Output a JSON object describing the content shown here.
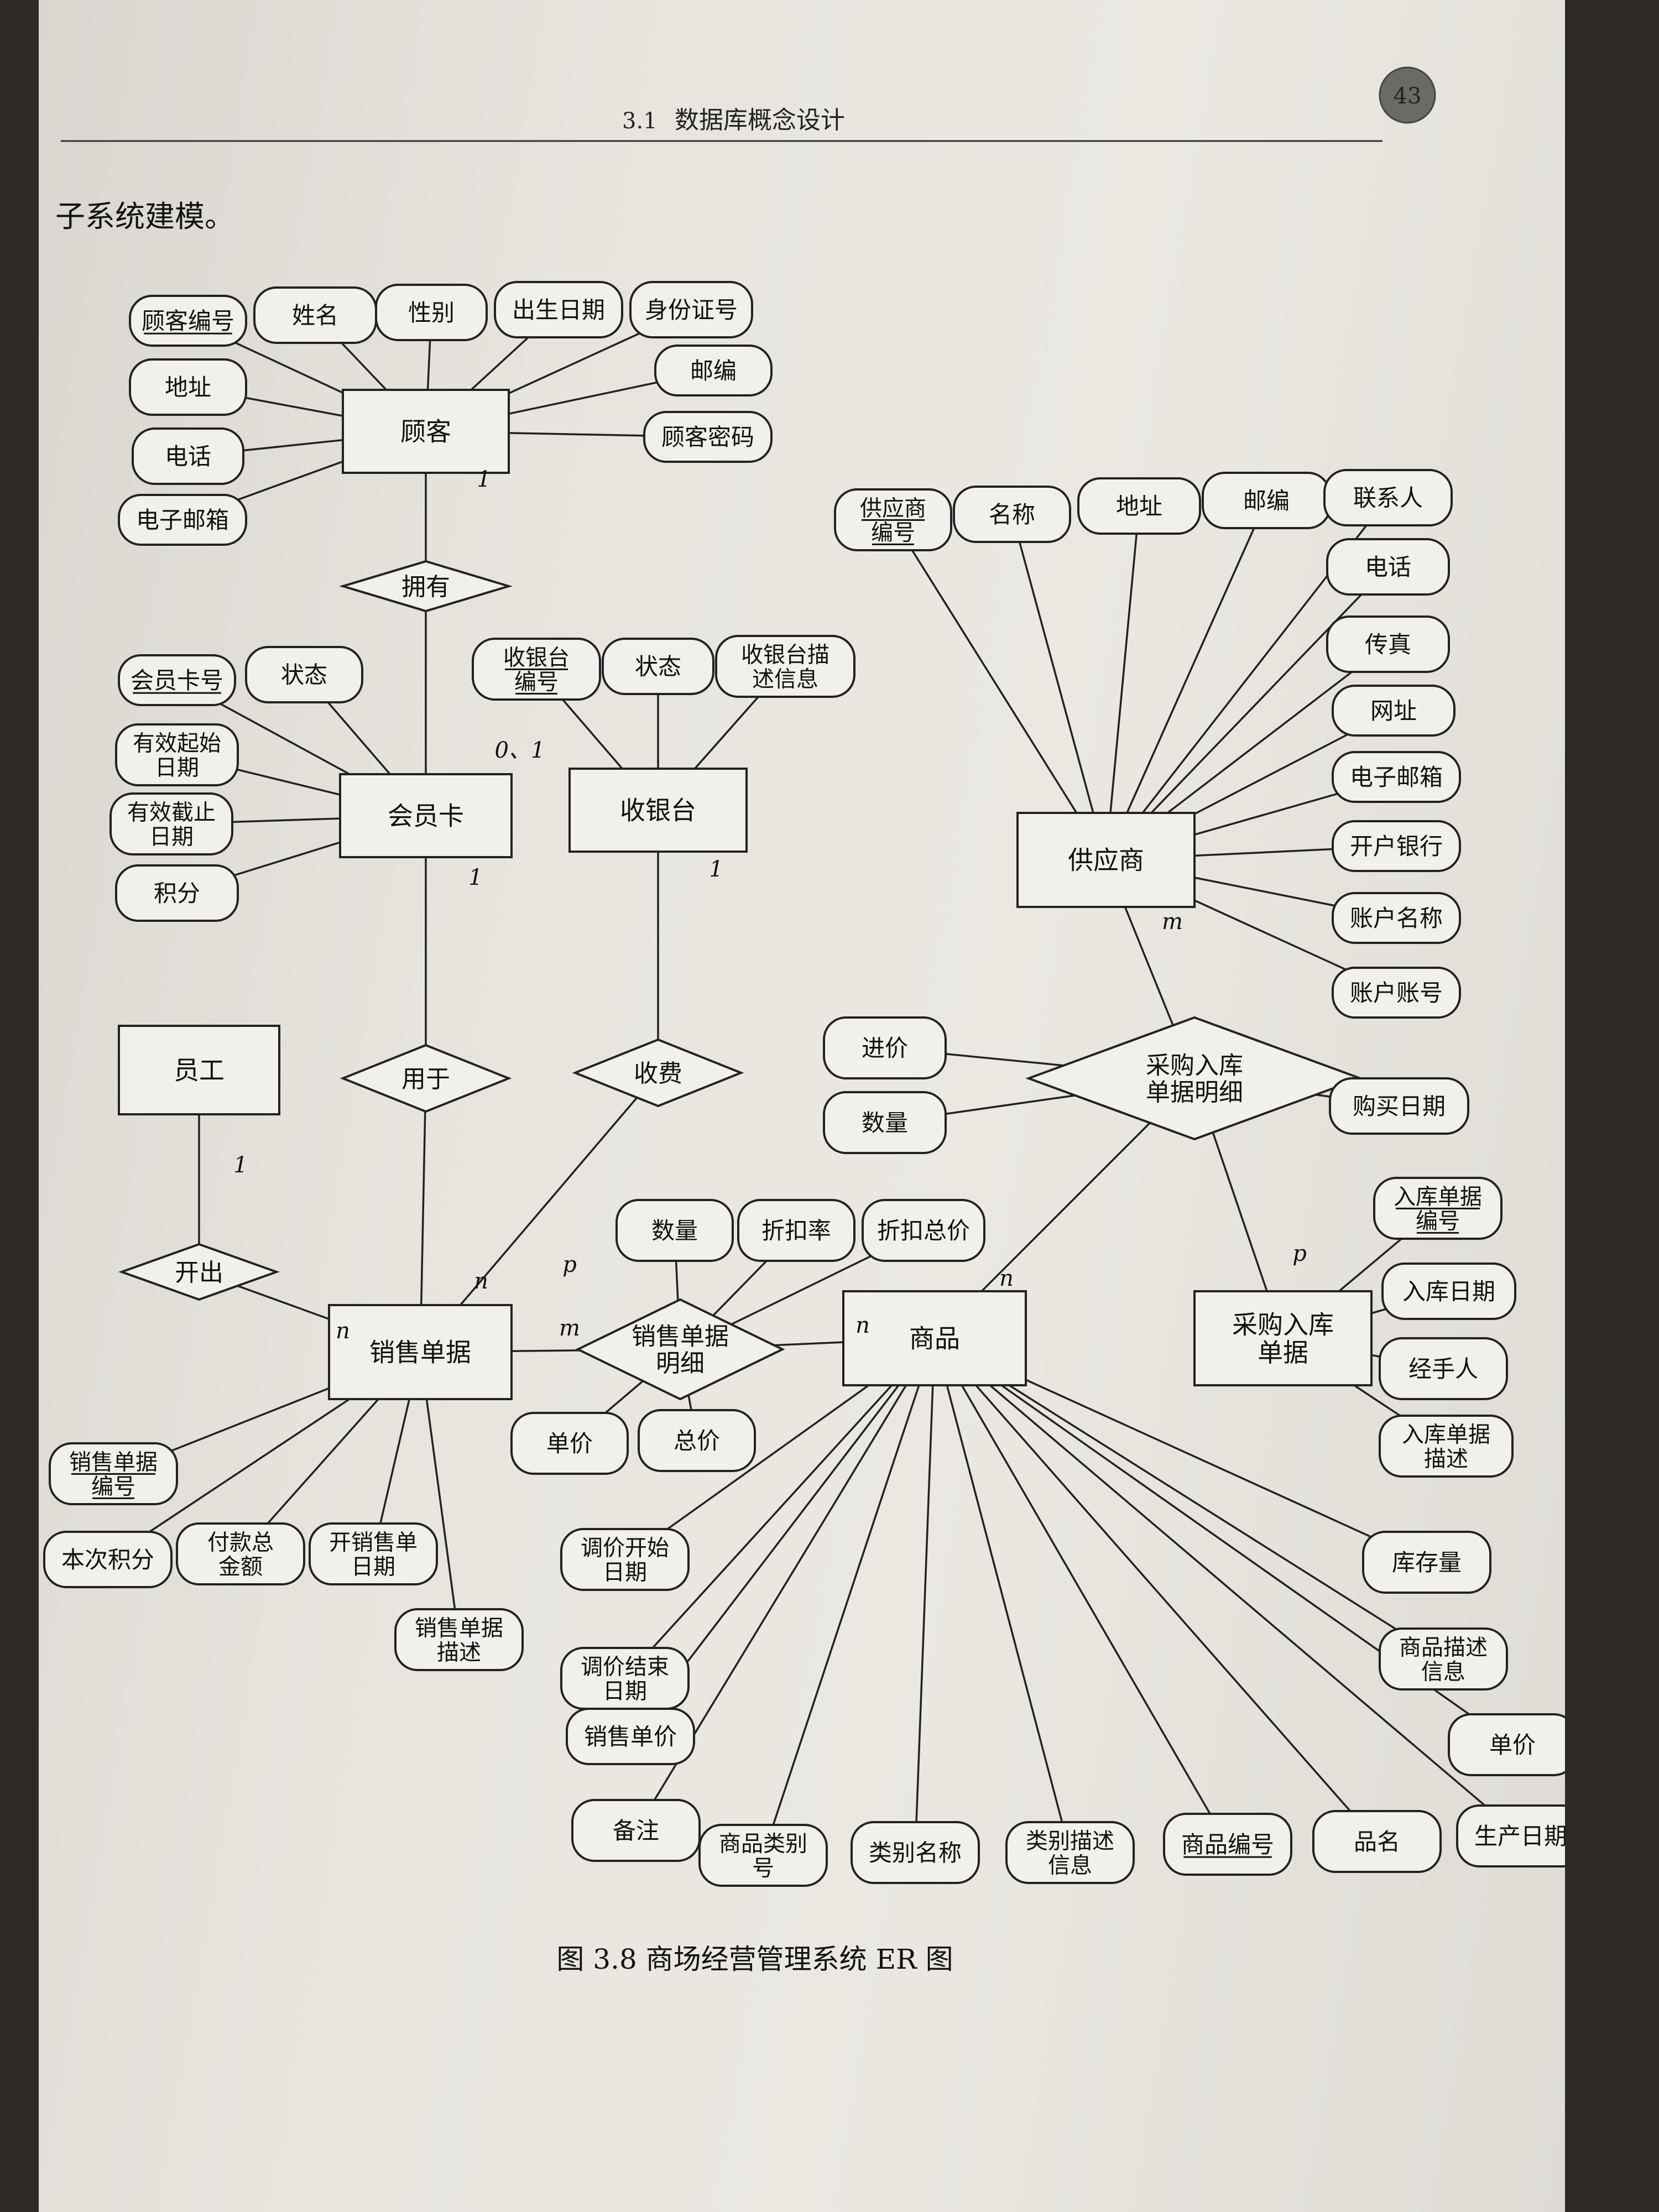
{
  "header": {
    "section": "3.1",
    "title": "数据库概念设计",
    "page_number": "43"
  },
  "intro_text": "子系统建模。",
  "caption": "图 3.8   商场经营管理系统 ER 图",
  "entities": [
    {
      "id": "customer",
      "label": "顾客"
    },
    {
      "id": "member_card",
      "label": "会员卡"
    },
    {
      "id": "cashier",
      "label": "收银台"
    },
    {
      "id": "supplier",
      "label": "供应商"
    },
    {
      "id": "employee",
      "label": "员工"
    },
    {
      "id": "sales_order",
      "label": "销售单据"
    },
    {
      "id": "product",
      "label": "商品"
    },
    {
      "id": "purchase_order",
      "label": "采购入库\n单据"
    }
  ],
  "relationships": [
    {
      "id": "has",
      "label": "拥有"
    },
    {
      "id": "used_for",
      "label": "用于"
    },
    {
      "id": "charge",
      "label": "收费"
    },
    {
      "id": "issue",
      "label": "开出"
    },
    {
      "id": "sales_detail",
      "label": "销售单据\n明细"
    },
    {
      "id": "purchase_detail",
      "label": "采购入库\n单据明细"
    }
  ],
  "attributes": [
    {
      "id": "a_cust_no",
      "label": "顾客编号",
      "key": true,
      "of": "customer"
    },
    {
      "id": "a_cust_name",
      "label": "姓名",
      "key": false,
      "of": "customer"
    },
    {
      "id": "a_cust_gender",
      "label": "性别",
      "key": false,
      "of": "customer"
    },
    {
      "id": "a_cust_birth",
      "label": "出生日期",
      "key": false,
      "of": "customer"
    },
    {
      "id": "a_cust_id",
      "label": "身份证号",
      "key": false,
      "of": "customer"
    },
    {
      "id": "a_cust_zip",
      "label": "邮编",
      "key": false,
      "of": "customer"
    },
    {
      "id": "a_cust_pwd",
      "label": "顾客密码",
      "key": false,
      "of": "customer"
    },
    {
      "id": "a_cust_addr",
      "label": "地址",
      "key": false,
      "of": "customer"
    },
    {
      "id": "a_cust_phone",
      "label": "电话",
      "key": false,
      "of": "customer"
    },
    {
      "id": "a_cust_email",
      "label": "电子邮箱",
      "key": false,
      "of": "customer"
    },
    {
      "id": "a_card_no",
      "label": "会员卡号",
      "key": true,
      "of": "member_card"
    },
    {
      "id": "a_card_status",
      "label": "状态",
      "key": false,
      "of": "member_card"
    },
    {
      "id": "a_card_start",
      "label": "有效起始\n日期",
      "key": false,
      "of": "member_card"
    },
    {
      "id": "a_card_end",
      "label": "有效截止\n日期",
      "key": false,
      "of": "member_card"
    },
    {
      "id": "a_card_points",
      "label": "积分",
      "key": false,
      "of": "member_card"
    },
    {
      "id": "a_cash_no",
      "label": "收银台\n编号",
      "key": true,
      "of": "cashier"
    },
    {
      "id": "a_cash_status",
      "label": "状态",
      "key": false,
      "of": "cashier"
    },
    {
      "id": "a_cash_desc",
      "label": "收银台描\n述信息",
      "key": false,
      "of": "cashier"
    },
    {
      "id": "a_sup_no",
      "label": "供应商\n编号",
      "key": true,
      "of": "supplier"
    },
    {
      "id": "a_sup_name",
      "label": "名称",
      "key": false,
      "of": "supplier"
    },
    {
      "id": "a_sup_addr",
      "label": "地址",
      "key": false,
      "of": "supplier"
    },
    {
      "id": "a_sup_zip",
      "label": "邮编",
      "key": false,
      "of": "supplier"
    },
    {
      "id": "a_sup_contact",
      "label": "联系人",
      "key": false,
      "of": "supplier"
    },
    {
      "id": "a_sup_phone",
      "label": "电话",
      "key": false,
      "of": "supplier"
    },
    {
      "id": "a_sup_fax",
      "label": "传真",
      "key": false,
      "of": "supplier"
    },
    {
      "id": "a_sup_web",
      "label": "网址",
      "key": false,
      "of": "supplier"
    },
    {
      "id": "a_sup_email",
      "label": "电子邮箱",
      "key": false,
      "of": "supplier"
    },
    {
      "id": "a_sup_bank",
      "label": "开户银行",
      "key": false,
      "of": "supplier"
    },
    {
      "id": "a_sup_accname",
      "label": "账户名称",
      "key": false,
      "of": "supplier"
    },
    {
      "id": "a_sup_accno",
      "label": "账户账号",
      "key": false,
      "of": "supplier"
    },
    {
      "id": "a_pd_price",
      "label": "进价",
      "key": false,
      "of": "purchase_detail"
    },
    {
      "id": "a_pd_qty",
      "label": "数量",
      "key": false,
      "of": "purchase_detail"
    },
    {
      "id": "a_pd_date",
      "label": "购买日期",
      "key": false,
      "of": "purchase_detail"
    },
    {
      "id": "a_po_no",
      "label": "入库单据\n编号",
      "key": true,
      "of": "purchase_order"
    },
    {
      "id": "a_po_date",
      "label": "入库日期",
      "key": false,
      "of": "purchase_order"
    },
    {
      "id": "a_po_handler",
      "label": "经手人",
      "key": false,
      "of": "purchase_order"
    },
    {
      "id": "a_po_desc",
      "label": "入库单据\n描述",
      "key": false,
      "of": "purchase_order"
    },
    {
      "id": "a_sd_qty",
      "label": "数量",
      "key": false,
      "of": "sales_detail"
    },
    {
      "id": "a_sd_rate",
      "label": "折扣率",
      "key": false,
      "of": "sales_detail"
    },
    {
      "id": "a_sd_total_disc",
      "label": "折扣总价",
      "key": false,
      "of": "sales_detail"
    },
    {
      "id": "a_sd_price",
      "label": "单价",
      "key": false,
      "of": "sales_detail"
    },
    {
      "id": "a_sd_total",
      "label": "总价",
      "key": false,
      "of": "sales_detail"
    },
    {
      "id": "a_so_no",
      "label": "销售单据\n编号",
      "key": true,
      "of": "sales_order"
    },
    {
      "id": "a_so_points",
      "label": "本次积分",
      "key": false,
      "of": "sales_order"
    },
    {
      "id": "a_so_amount",
      "label": "付款总\n金额",
      "key": false,
      "of": "sales_order"
    },
    {
      "id": "a_so_date",
      "label": "开销售单\n日期",
      "key": false,
      "of": "sales_order"
    },
    {
      "id": "a_so_desc",
      "label": "销售单据\n描述",
      "key": false,
      "of": "sales_order"
    },
    {
      "id": "a_pr_adj_start",
      "label": "调价开始\n日期",
      "key": false,
      "of": "product"
    },
    {
      "id": "a_pr_adj_end",
      "label": "调价结束\n日期",
      "key": false,
      "of": "product"
    },
    {
      "id": "a_pr_sale_price",
      "label": "销售单价",
      "key": false,
      "of": "product"
    },
    {
      "id": "a_pr_note",
      "label": "备注",
      "key": false,
      "of": "product"
    },
    {
      "id": "a_pr_cat_no",
      "label": "商品类别\n号",
      "key": false,
      "of": "product"
    },
    {
      "id": "a_pr_cat_name",
      "label": "类别名称",
      "key": false,
      "of": "product"
    },
    {
      "id": "a_pr_cat_desc",
      "label": "类别描述\n信息",
      "key": false,
      "of": "product"
    },
    {
      "id": "a_pr_no",
      "label": "商品编号",
      "key": true,
      "of": "product"
    },
    {
      "id": "a_pr_name",
      "label": "品名",
      "key": false,
      "of": "product"
    },
    {
      "id": "a_pr_mfg",
      "label": "生产日期",
      "key": false,
      "of": "product"
    },
    {
      "id": "a_pr_stock",
      "label": "库存量",
      "key": false,
      "of": "product"
    },
    {
      "id": "a_pr_desc",
      "label": "商品描述\n信息",
      "key": false,
      "of": "product"
    },
    {
      "id": "a_pr_price",
      "label": "单价",
      "key": false,
      "of": "product"
    }
  ],
  "links": [
    {
      "from": "customer",
      "to": "has",
      "card": "1"
    },
    {
      "from": "member_card",
      "to": "has",
      "card": "0、1"
    },
    {
      "from": "member_card",
      "to": "used_for",
      "card": "1"
    },
    {
      "from": "sales_order",
      "to": "used_for",
      "card": "n"
    },
    {
      "from": "cashier",
      "to": "charge",
      "card": "1"
    },
    {
      "from": "sales_order",
      "to": "charge",
      "card": "p"
    },
    {
      "from": "employee",
      "to": "issue",
      "card": "1"
    },
    {
      "from": "sales_order",
      "to": "issue",
      "card": "n"
    },
    {
      "from": "sales_order",
      "to": "sales_detail",
      "card": "m"
    },
    {
      "from": "product",
      "to": "sales_detail",
      "card": "n"
    },
    {
      "from": "supplier",
      "to": "purchase_detail",
      "card": "m"
    },
    {
      "from": "product",
      "to": "purchase_detail",
      "card": "n"
    },
    {
      "from": "purchase_order",
      "to": "purchase_detail",
      "card": "p"
    }
  ]
}
